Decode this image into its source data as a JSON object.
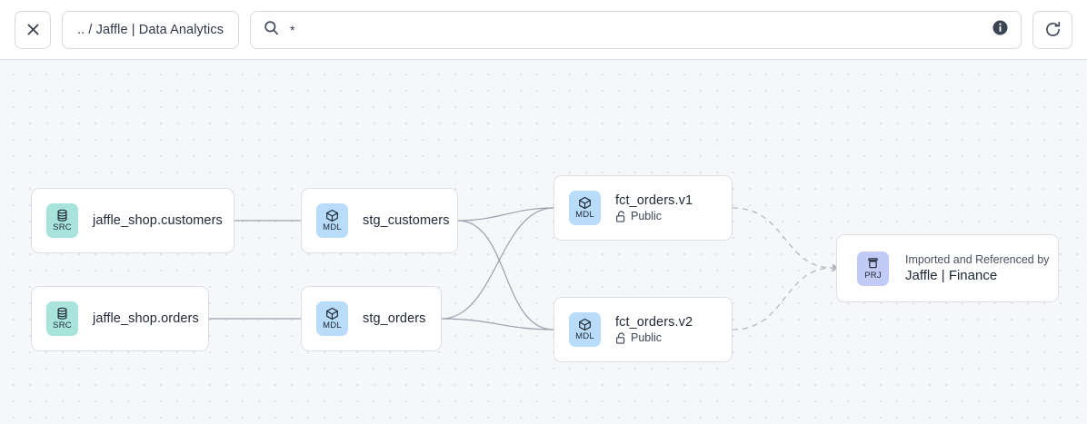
{
  "toolbar": {
    "close_label": "close-icon",
    "breadcrumb": ".. / Jaffle | Data Analytics",
    "search": {
      "value": "*",
      "placeholder": "",
      "icon": "search-icon",
      "info_icon": "info-icon"
    },
    "refresh_label": "refresh-icon"
  },
  "graph": {
    "nodes": [
      {
        "id": "src-customers",
        "badge": "SRC",
        "badge_icon": "database-icon",
        "badge_color": "#a8e4dc",
        "title": "jaffle_shop.customers"
      },
      {
        "id": "src-orders",
        "badge": "SRC",
        "badge_icon": "database-icon",
        "badge_color": "#a8e4dc",
        "title": "jaffle_shop.orders"
      },
      {
        "id": "stg-customers",
        "badge": "MDL",
        "badge_icon": "cube-icon",
        "badge_color": "#b9dcfb",
        "title": "stg_customers"
      },
      {
        "id": "stg-orders",
        "badge": "MDL",
        "badge_icon": "cube-icon",
        "badge_color": "#b9dcfb",
        "title": "stg_orders"
      },
      {
        "id": "fct-orders-v1",
        "badge": "MDL",
        "badge_icon": "cube-icon",
        "badge_color": "#b9dcfb",
        "title": "fct_orders.v1",
        "subtitle": "Public",
        "subtitle_icon": "unlock-icon"
      },
      {
        "id": "fct-orders-v2",
        "badge": "MDL",
        "badge_icon": "cube-icon",
        "badge_color": "#b9dcfb",
        "title": "fct_orders.v2",
        "subtitle": "Public",
        "subtitle_icon": "unlock-icon"
      },
      {
        "id": "project",
        "badge": "PRJ",
        "badge_icon": "archive-box-icon",
        "badge_color": "#c2caf6",
        "overline": "Imported and Referenced by",
        "title": "Jaffle | Finance"
      }
    ],
    "edges": [
      {
        "from": "src-customers",
        "to": "stg-customers",
        "style": "solid"
      },
      {
        "from": "src-orders",
        "to": "stg-orders",
        "style": "solid"
      },
      {
        "from": "stg-customers",
        "to": "fct-orders-v1",
        "style": "solid"
      },
      {
        "from": "stg-customers",
        "to": "fct-orders-v2",
        "style": "solid"
      },
      {
        "from": "stg-orders",
        "to": "fct-orders-v1",
        "style": "solid"
      },
      {
        "from": "stg-orders",
        "to": "fct-orders-v2",
        "style": "solid"
      },
      {
        "from": "fct-orders-v1",
        "to": "project",
        "style": "dashed"
      },
      {
        "from": "fct-orders-v2",
        "to": "project",
        "style": "dashed"
      }
    ],
    "edge_color": "#9aa1ad",
    "background": "#f6f7f9"
  }
}
